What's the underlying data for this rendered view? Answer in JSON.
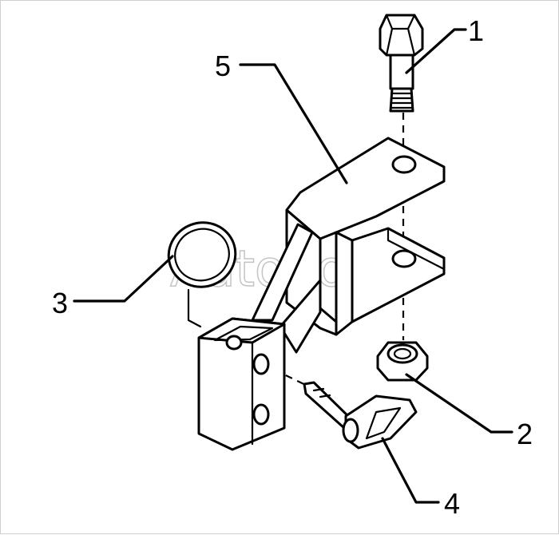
{
  "diagram": {
    "watermark": "AutoSoft",
    "parts": [
      {
        "id": "1",
        "label": "1",
        "icon": "bolt-icon"
      },
      {
        "id": "2",
        "label": "2",
        "icon": "hex-nut-icon"
      },
      {
        "id": "3",
        "label": "3",
        "icon": "snap-ring-icon"
      },
      {
        "id": "4",
        "label": "4",
        "icon": "pin-with-plate-icon"
      },
      {
        "id": "5",
        "label": "5",
        "icon": "clevis-bracket-icon"
      }
    ]
  }
}
